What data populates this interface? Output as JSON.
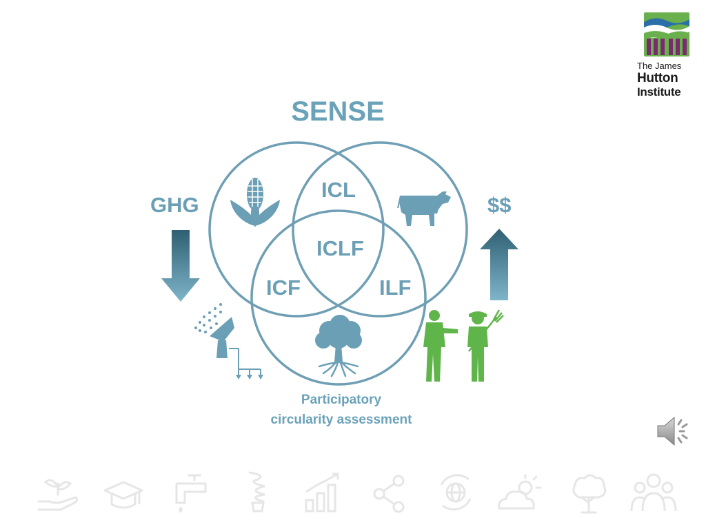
{
  "diagram": {
    "title": "SENSE",
    "left_label": "GHG",
    "right_label": "$$",
    "venn_labels": {
      "icl": "ICL",
      "iclf": "ICLF",
      "icf": "ICF",
      "ilf": "ILF"
    },
    "caption_line1": "Participatory",
    "caption_line2": "circularity assessment"
  },
  "logo": {
    "line1": "The James",
    "line2": "Hutton",
    "line3": "Institute"
  },
  "colors": {
    "accent": "#6a9fb5",
    "circle_stroke": "#6f9fb4",
    "people_green": "#5fb54a",
    "footer_icons": "#e6e6e6",
    "logo_green": "#6ab04c",
    "logo_purple": "#7a2b70",
    "logo_blue": "#2a6fa8"
  },
  "icons": {
    "crop": "corn-icon",
    "livestock": "cow-icon",
    "forest": "tree-icon",
    "irrigation": "irrigation-sprinkler-icon",
    "people": "farmers-icon",
    "audio": "speaker-icon",
    "footer": [
      "plant-hand-icon",
      "graduation-cap-icon",
      "water-tap-icon",
      "light-bulb-icon",
      "growth-chart-icon",
      "network-icon",
      "recycle-globe-icon",
      "weather-icon",
      "tree-outline-icon",
      "people-group-icon"
    ]
  }
}
